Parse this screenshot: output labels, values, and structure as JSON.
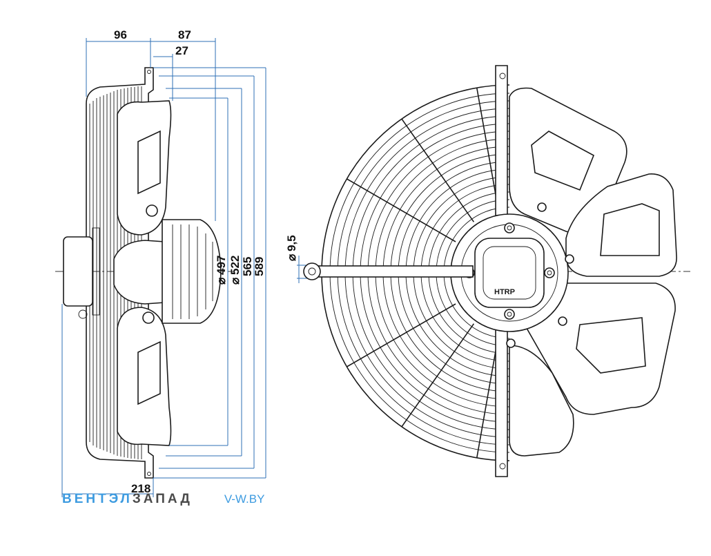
{
  "dimensions": {
    "top_left": "96",
    "top_right": "87",
    "top_small": "27",
    "bottom_width": "218",
    "dia_497": "497",
    "dia_522": "522",
    "dia_565": "565",
    "dia_589": "589",
    "hole_diameter": "9,5",
    "diameter_symbol": "⌀"
  },
  "nameplate": {
    "brand_mark": "HTRP"
  },
  "footer": {
    "brand_part1": "ВЕНТЭЛ",
    "brand_part2": "ЗАПАД",
    "site_part1": "V-",
    "site_part2": "W.BY"
  },
  "colors": {
    "dimension_line": "#2d6fb5",
    "outline": "#1a1a1a",
    "brand_blue": "#3d9be0",
    "brand_gray": "#4a4a4a"
  }
}
